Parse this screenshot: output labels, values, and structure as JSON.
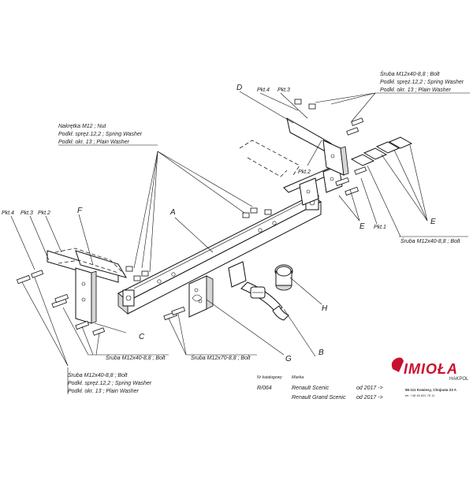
{
  "labels": {
    "nut_group": [
      "Nakrętka M12 ; Nut",
      "Podkł. spręż.12,2 ; Spring Washer",
      "Podkł. okr. 13 ; Plain Washer"
    ],
    "bolt_group_top": [
      "Śruba M12x40-8,8 ; Bolt",
      "Podkł. spręż.12,2 ; Spring Washer",
      "Podkł. okr. 13 ; Plain Washer"
    ],
    "bolt_group_left": [
      "Śruba M12x40-8,8 ; Bolt",
      "Podkł. spręż.12,2 ; Spring Washer",
      "Podkł. okr. 13 ; Plain Washer"
    ],
    "bolt_right": "Śruba M12x40-8,8 ; Bolt",
    "bolt_left_c": "Śruba M12x40-8,8 ; Bolt",
    "bolt_g": "Śruba M12x70-8,8 ; Bolt"
  },
  "parts": {
    "A": "A",
    "B": "B",
    "C": "C",
    "D": "D",
    "E": "E",
    "F": "F",
    "G": "G",
    "H": "H"
  },
  "points": {
    "pkt1": "Pkt.1",
    "pkt2": "Pkt.2",
    "pkt3": "Pkt.3",
    "pkt4": "Pkt.4"
  },
  "catalog": {
    "nr_label": "Nr katalogowy",
    "nr_value": "R/064",
    "marka_label": "Marka",
    "models": [
      {
        "name": "Renault Scenic",
        "year": "od 2017 ->"
      },
      {
        "name": "Renault Grand Scenic",
        "year": "od 2017 ->"
      }
    ]
  },
  "brand": {
    "name": "IMIOŁA",
    "sub": "HAKPOL",
    "address": "96-111 Kowiesy, Chojnata 23 A",
    "phone": "tel. +48 46 831 75 11",
    "color": "#c8102e"
  }
}
